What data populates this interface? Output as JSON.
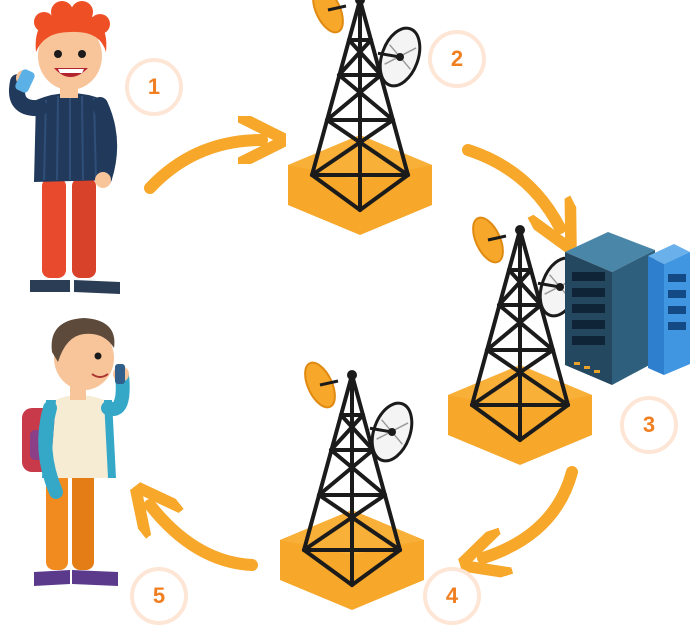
{
  "diagram": {
    "steps": [
      {
        "number": "1",
        "subject": "caller-boy"
      },
      {
        "number": "2",
        "subject": "cell-tower"
      },
      {
        "number": "3",
        "subject": "tower-and-server"
      },
      {
        "number": "4",
        "subject": "cell-tower"
      },
      {
        "number": "5",
        "subject": "receiver-boy"
      }
    ]
  },
  "colors": {
    "accent_orange": "#f7a72a",
    "badge_text": "#f07f22",
    "badge_ring": "#fde6d6",
    "tower_black": "#1b1b1b",
    "server_navy": "#23485f",
    "server_blue": "#2f7fcf"
  }
}
